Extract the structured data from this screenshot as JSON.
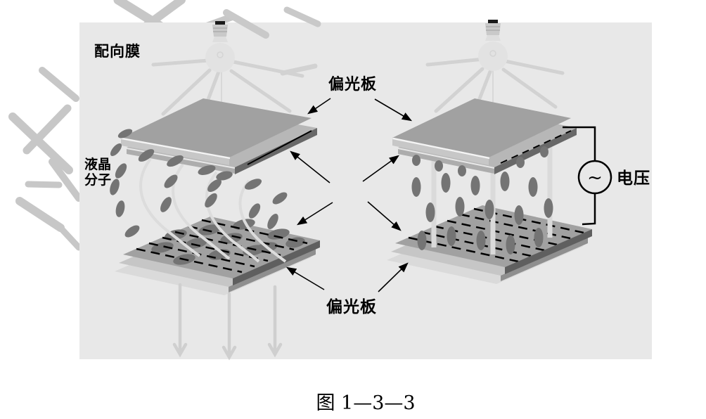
{
  "figure": {
    "caption": "图 1—3—3",
    "labels": {
      "alignment_film": "配向膜",
      "polarizer_top": "偏光板",
      "lc_line1": "液晶",
      "lc_line2": "分子",
      "voltage": "电压",
      "polarizer_bottom": "偏光板"
    },
    "symbols": {
      "ac_source": "~"
    },
    "colors": {
      "panel_bg": "#e8e8e8",
      "ink": "#000000",
      "plate_gray": "#a1a1a1",
      "film_dark": "#686868",
      "molecule": "#747474",
      "light_ray": "#d6d6d6",
      "watermark": "#c7c7c7"
    }
  }
}
